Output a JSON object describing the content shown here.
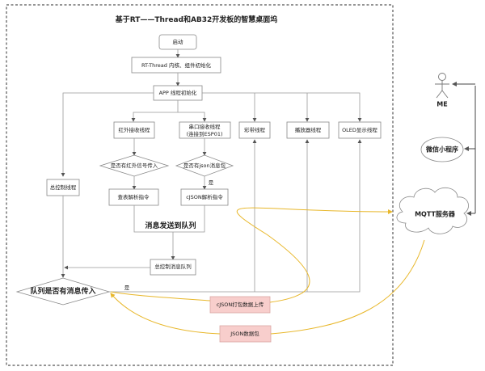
{
  "title": "基于RT——Thread和AB32开发板的智慧桌面坞",
  "nodes": {
    "start": "启动",
    "rt_init": "RT-Thread 内核、组件初始化",
    "app_init": "APP 线程初始化",
    "ir_thread": "红外接收线程",
    "uart_thread_line1": "串口接收线程",
    "uart_thread_line2": "(连接到ESP01)",
    "led_thread": "彩带线程",
    "player_thread": "播放器线程",
    "oled_thread": "OLED显示线程",
    "ir_decision": "是否有红外信号传入",
    "json_decision": "是否有json消息包",
    "main_ctrl_thread": "总控制线程",
    "table_parse": "查表解析指令",
    "cjson_parse": "cJSON解析指令",
    "send_to_queue": "消息发送到队列",
    "main_ctrl_queue": "总控制消息队列",
    "queue_decision": "队列是否有消息传入",
    "cjson_upload": "cJSON打包数据上传",
    "json_packet": "JSON数据包",
    "actor": "ME",
    "wechat": "微信小程序",
    "mqtt": "MQTT服务器"
  },
  "labels": {
    "yes_json": "是",
    "yes_queue": "是"
  },
  "colors": {
    "pink_fill": "#f8cecc",
    "mqtt_line": "#e8b72a"
  }
}
